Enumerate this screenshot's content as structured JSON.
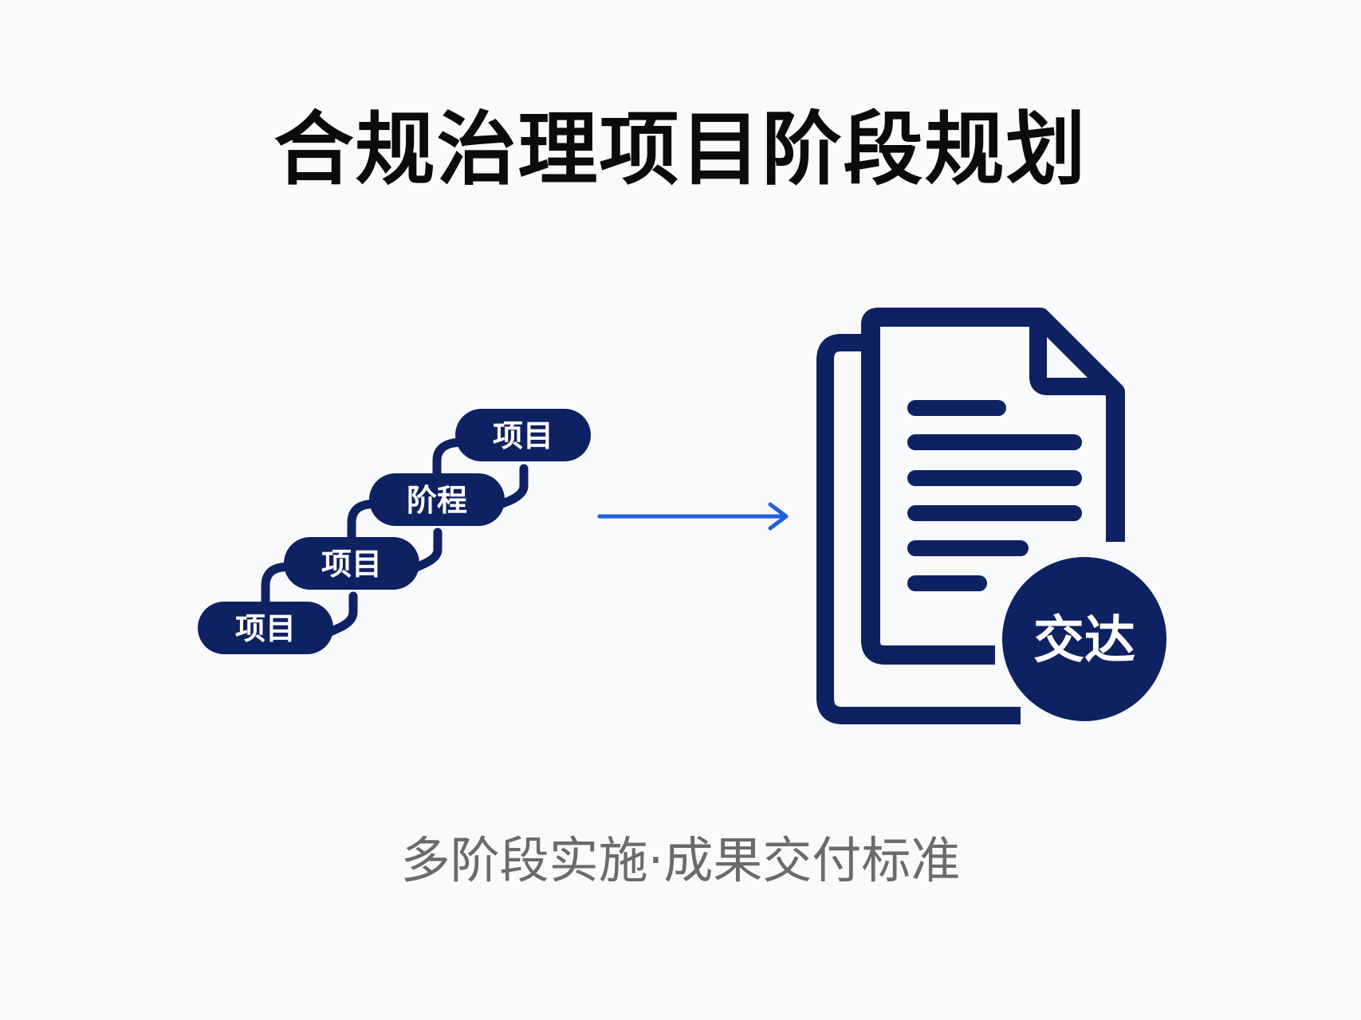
{
  "title": "合规治理项目阶段规划",
  "subtitle": "多阶段实施·成果交付标准",
  "steps": [
    {
      "label": "项目"
    },
    {
      "label": "项目"
    },
    {
      "label": "阶程"
    },
    {
      "label": "项目"
    }
  ],
  "badge": {
    "label": "交达"
  },
  "icons": {
    "arrow": "arrow-right-icon",
    "document": "document-icon"
  },
  "colors": {
    "navy": "#0d2163",
    "arrow": "#1f5fe0",
    "title": "#0b0b0b",
    "subtitle": "#6b6b6b",
    "background": "#f9fafb"
  }
}
